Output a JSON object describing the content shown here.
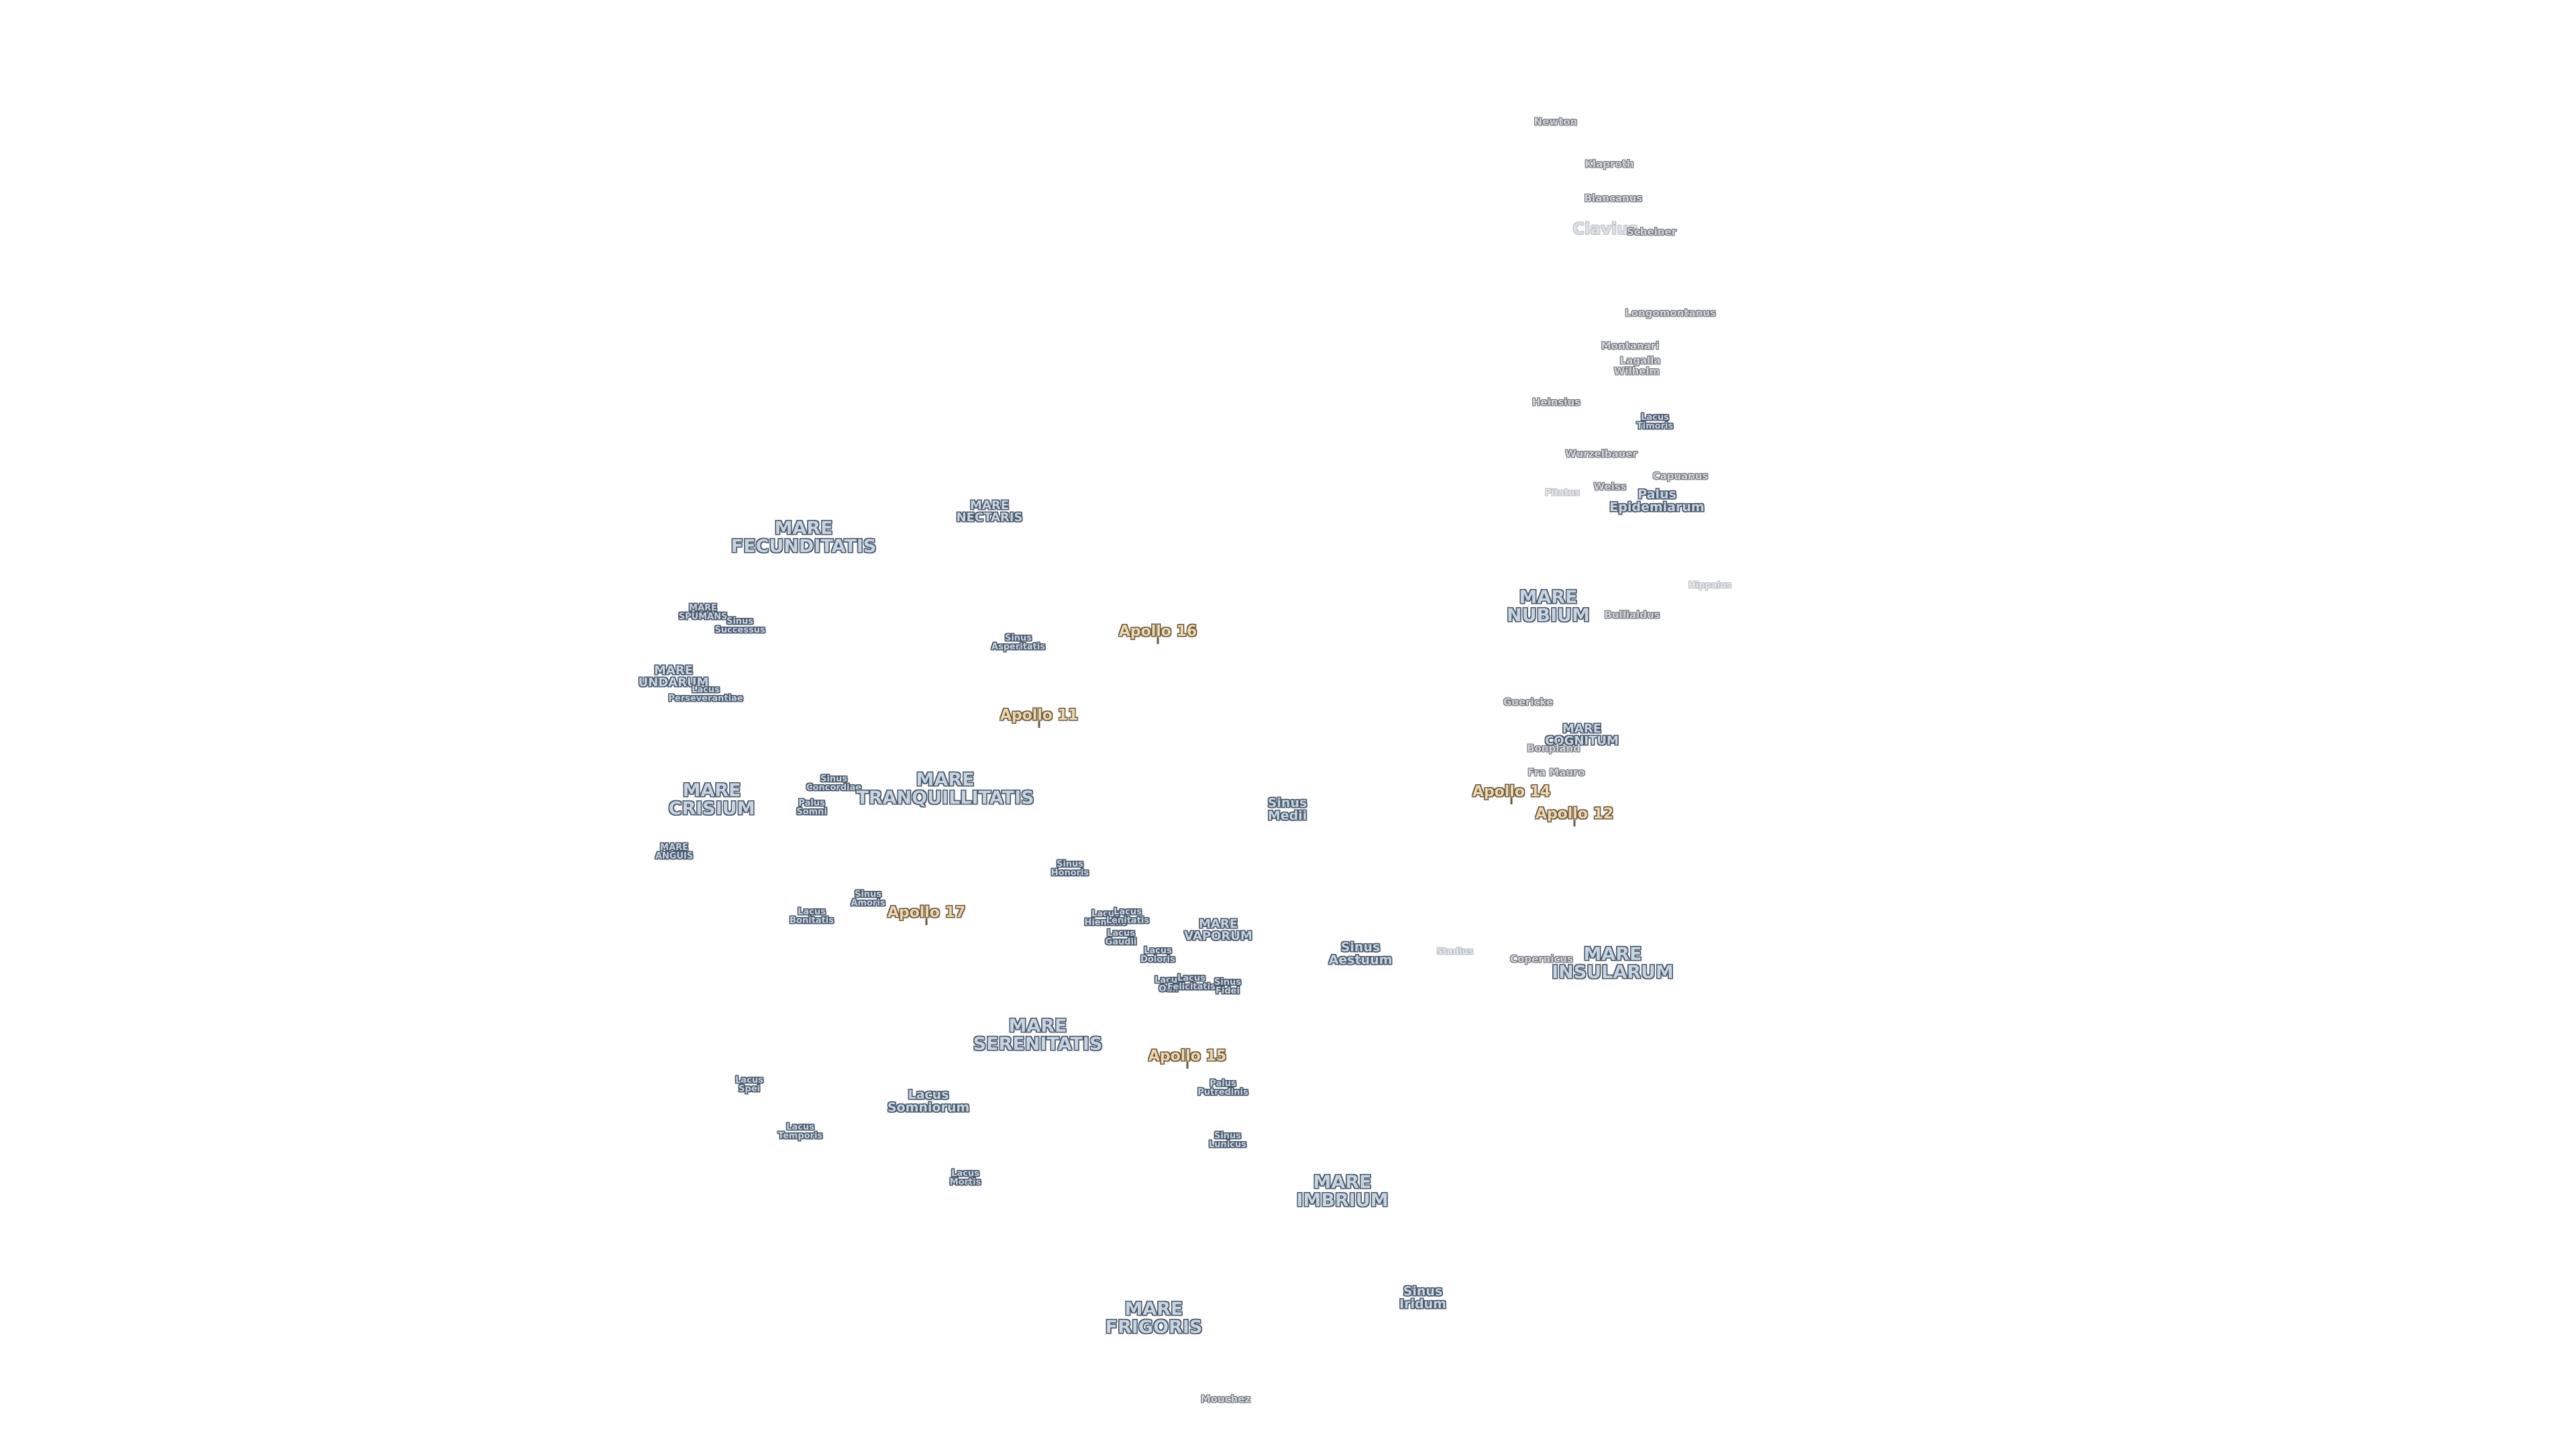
{
  "colors": {
    "background": "#ffffff",
    "mare_fill": "#c7d4e2",
    "mare_outline": "#48566a",
    "crater_fill": "#d3d5d8",
    "crater_outline": "#6a6f76",
    "apollo_fill": "#f0d8b0",
    "apollo_outline": "#6b5a3e"
  },
  "labels": [
    {
      "id": "newton",
      "text": "Newton",
      "cls": "crater"
    },
    {
      "id": "klaproth",
      "text": "Klaproth",
      "cls": "crater"
    },
    {
      "id": "blancanus",
      "text": "Blancanus",
      "cls": "crater"
    },
    {
      "id": "clavius",
      "text": "Clavius",
      "cls": "big-f"
    },
    {
      "id": "scheiner",
      "text": "Scheiner",
      "cls": "crater"
    },
    {
      "id": "longomontanus",
      "text": "Longomontanus",
      "cls": "crater"
    },
    {
      "id": "montanari",
      "text": "Montanari",
      "cls": "crater"
    },
    {
      "id": "lagalla",
      "text": "Lagalla",
      "cls": "crater"
    },
    {
      "id": "wilhelm",
      "text": "Wilhelm",
      "cls": "crater"
    },
    {
      "id": "heinsius",
      "text": "Heinsius",
      "cls": "crater"
    },
    {
      "id": "lacus-timoris",
      "text": "Lacus\nTimoris",
      "cls": "feat-s"
    },
    {
      "id": "wurzelbauer",
      "text": "Wurzelbauer",
      "cls": "crater"
    },
    {
      "id": "capuanus",
      "text": "Capuanus",
      "cls": "crater"
    },
    {
      "id": "weiss",
      "text": "Weiss",
      "cls": "crater"
    },
    {
      "id": "palus-epidemiarum",
      "text": "Palus\nEpidemiarum",
      "cls": "feat"
    },
    {
      "id": "pitatus",
      "text": "Pitatus",
      "cls": "crater-f"
    },
    {
      "id": "hippalus",
      "text": "Hippalus",
      "cls": "crater-f"
    },
    {
      "id": "mare-nubium",
      "text": "MARE\nNUBIUM",
      "cls": "mare"
    },
    {
      "id": "bullialdus",
      "text": "Bullialdus",
      "cls": "crater"
    },
    {
      "id": "guericke",
      "text": "Guericke",
      "cls": "crater"
    },
    {
      "id": "mare-cognitum",
      "text": "MARE\nCOGNITUM",
      "cls": "mare-s"
    },
    {
      "id": "bonpland",
      "text": "Bonpland",
      "cls": "crater"
    },
    {
      "id": "fra-mauro",
      "text": "Fra Mauro",
      "cls": "crater"
    },
    {
      "id": "apollo-14",
      "text": "Apollo 14",
      "cls": "apollo"
    },
    {
      "id": "apollo-12",
      "text": "Apollo 12",
      "cls": "apollo"
    },
    {
      "id": "mare-fecunditatis",
      "text": "MARE\nFECUNDITATIS",
      "cls": "mare"
    },
    {
      "id": "mare-nectaris",
      "text": "MARE\nNECTARIS",
      "cls": "mare-s"
    },
    {
      "id": "mare-spumans",
      "text": "MARE\nSPUMANS",
      "cls": "feat-s"
    },
    {
      "id": "sinus-successus",
      "text": "Sinus\nSuccessus",
      "cls": "feat-s"
    },
    {
      "id": "apollo-16",
      "text": "Apollo 16",
      "cls": "apollo"
    },
    {
      "id": "sinus-asperitatis",
      "text": "Sinus\nAsperitatis",
      "cls": "feat-s"
    },
    {
      "id": "mare-undarum",
      "text": "MARE\nUNDARUM",
      "cls": "mare-s"
    },
    {
      "id": "lacus-perseverantiae",
      "text": "Lacus\nPerseverantiae",
      "cls": "feat-s"
    },
    {
      "id": "apollo-11",
      "text": "Apollo 11",
      "cls": "apollo"
    },
    {
      "id": "mare-crisium",
      "text": "MARE\nCRISIUM",
      "cls": "mare"
    },
    {
      "id": "sinus-concordiae",
      "text": "Sinus\nConcordiae",
      "cls": "feat-s"
    },
    {
      "id": "palus-somni",
      "text": "Palus\nSomni",
      "cls": "feat-s"
    },
    {
      "id": "mare-tranquillitatis",
      "text": "MARE\nTRANQUILLITATIS",
      "cls": "mare"
    },
    {
      "id": "sinus-medii",
      "text": "Sinus\nMedii",
      "cls": "feat"
    },
    {
      "id": "mare-anguis",
      "text": "MARE\nANGUIS",
      "cls": "feat-s"
    },
    {
      "id": "sinus-honoris",
      "text": "Sinus\nHonoris",
      "cls": "feat-s"
    },
    {
      "id": "sinus-amoris",
      "text": "Sinus\nAmoris",
      "cls": "feat-s"
    },
    {
      "id": "lacus-bonitatis",
      "text": "Lacus\nBonitatis",
      "cls": "feat-s"
    },
    {
      "id": "apollo-17",
      "text": "Apollo 17",
      "cls": "apollo"
    },
    {
      "id": "lacus-hiemalis",
      "text": "Lacus\nHiemalis",
      "cls": "feat-s"
    },
    {
      "id": "lacus-lenitatis",
      "text": "Lacus\nLenitatis",
      "cls": "feat-s"
    },
    {
      "id": "lacus-gaudii",
      "text": "Lacus\nGaudii",
      "cls": "feat-s"
    },
    {
      "id": "mare-vaporum",
      "text": "MARE\nVAPORUM",
      "cls": "mare-s"
    },
    {
      "id": "lacus-doloris",
      "text": "Lacus\nDoloris",
      "cls": "feat-s"
    },
    {
      "id": "lacus-odii",
      "text": "Lacus\nOdii",
      "cls": "feat-s"
    },
    {
      "id": "lacus-felicitatis",
      "text": "Lacus\nFelicitatis",
      "cls": "feat-s"
    },
    {
      "id": "sinus-fidei",
      "text": "Sinus\nFidei",
      "cls": "feat-s"
    },
    {
      "id": "sinus-aestuum",
      "text": "Sinus\nAestuum",
      "cls": "feat"
    },
    {
      "id": "stadius",
      "text": "Stadius",
      "cls": "crater-f"
    },
    {
      "id": "copernicus",
      "text": "Copernicus",
      "cls": "crater"
    },
    {
      "id": "mare-insularum",
      "text": "MARE\nINSULARUM",
      "cls": "mare"
    },
    {
      "id": "mare-serenitatis",
      "text": "MARE\nSERENITATIS",
      "cls": "mare"
    },
    {
      "id": "apollo-15",
      "text": "Apollo 15",
      "cls": "apollo"
    },
    {
      "id": "lacus-spei",
      "text": "Lacus\nSpei",
      "cls": "feat-s"
    },
    {
      "id": "palus-putredinis",
      "text": "Palus\nPutredinis",
      "cls": "feat-s"
    },
    {
      "id": "lacus-somniorum",
      "text": "Lacus\nSomniorum",
      "cls": "feat"
    },
    {
      "id": "lacus-temporis",
      "text": "Lacus\nTemporis",
      "cls": "feat-s"
    },
    {
      "id": "sinus-lunicus",
      "text": "Sinus\nLunicus",
      "cls": "feat-s"
    },
    {
      "id": "lacus-mortis",
      "text": "Lacus\nMortis",
      "cls": "feat-s"
    },
    {
      "id": "mare-imbrium",
      "text": "MARE\nIMBRIUM",
      "cls": "mare"
    },
    {
      "id": "sinus-iridum",
      "text": "Sinus\nIridum",
      "cls": "feat"
    },
    {
      "id": "mare-frigoris",
      "text": "MARE\nFRIGORIS",
      "cls": "mare"
    },
    {
      "id": "mouchez",
      "text": "Mouchez",
      "cls": "crater"
    }
  ]
}
